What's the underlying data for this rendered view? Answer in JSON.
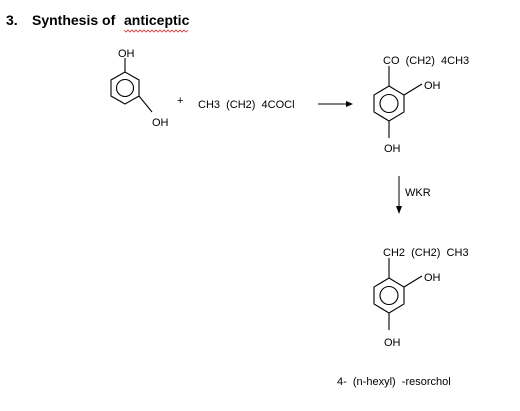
{
  "heading": {
    "number": "3.",
    "text": "Synthesis of",
    "misspelled_word": "anticeptic"
  },
  "reactant_1": {
    "oh_top": "OH",
    "oh_bottom": "OH"
  },
  "plus_sign": "+",
  "reagent": "CH3  (CH2)  4COCl",
  "intermediate": {
    "side_chain": "CO  (CH2)  4CH3",
    "oh_side": "OH",
    "oh_bottom": "OH"
  },
  "reduction": {
    "label": "WKR"
  },
  "product": {
    "side_chain": "CH2  (CH2)  CH3",
    "oh_side": "OH",
    "oh_bottom": "OH",
    "name": "4-  (n-hexyl)  -resorchol"
  },
  "colors": {
    "spellcheck_underline": "#dd3333",
    "ink": "#000000",
    "background": "#ffffff"
  }
}
